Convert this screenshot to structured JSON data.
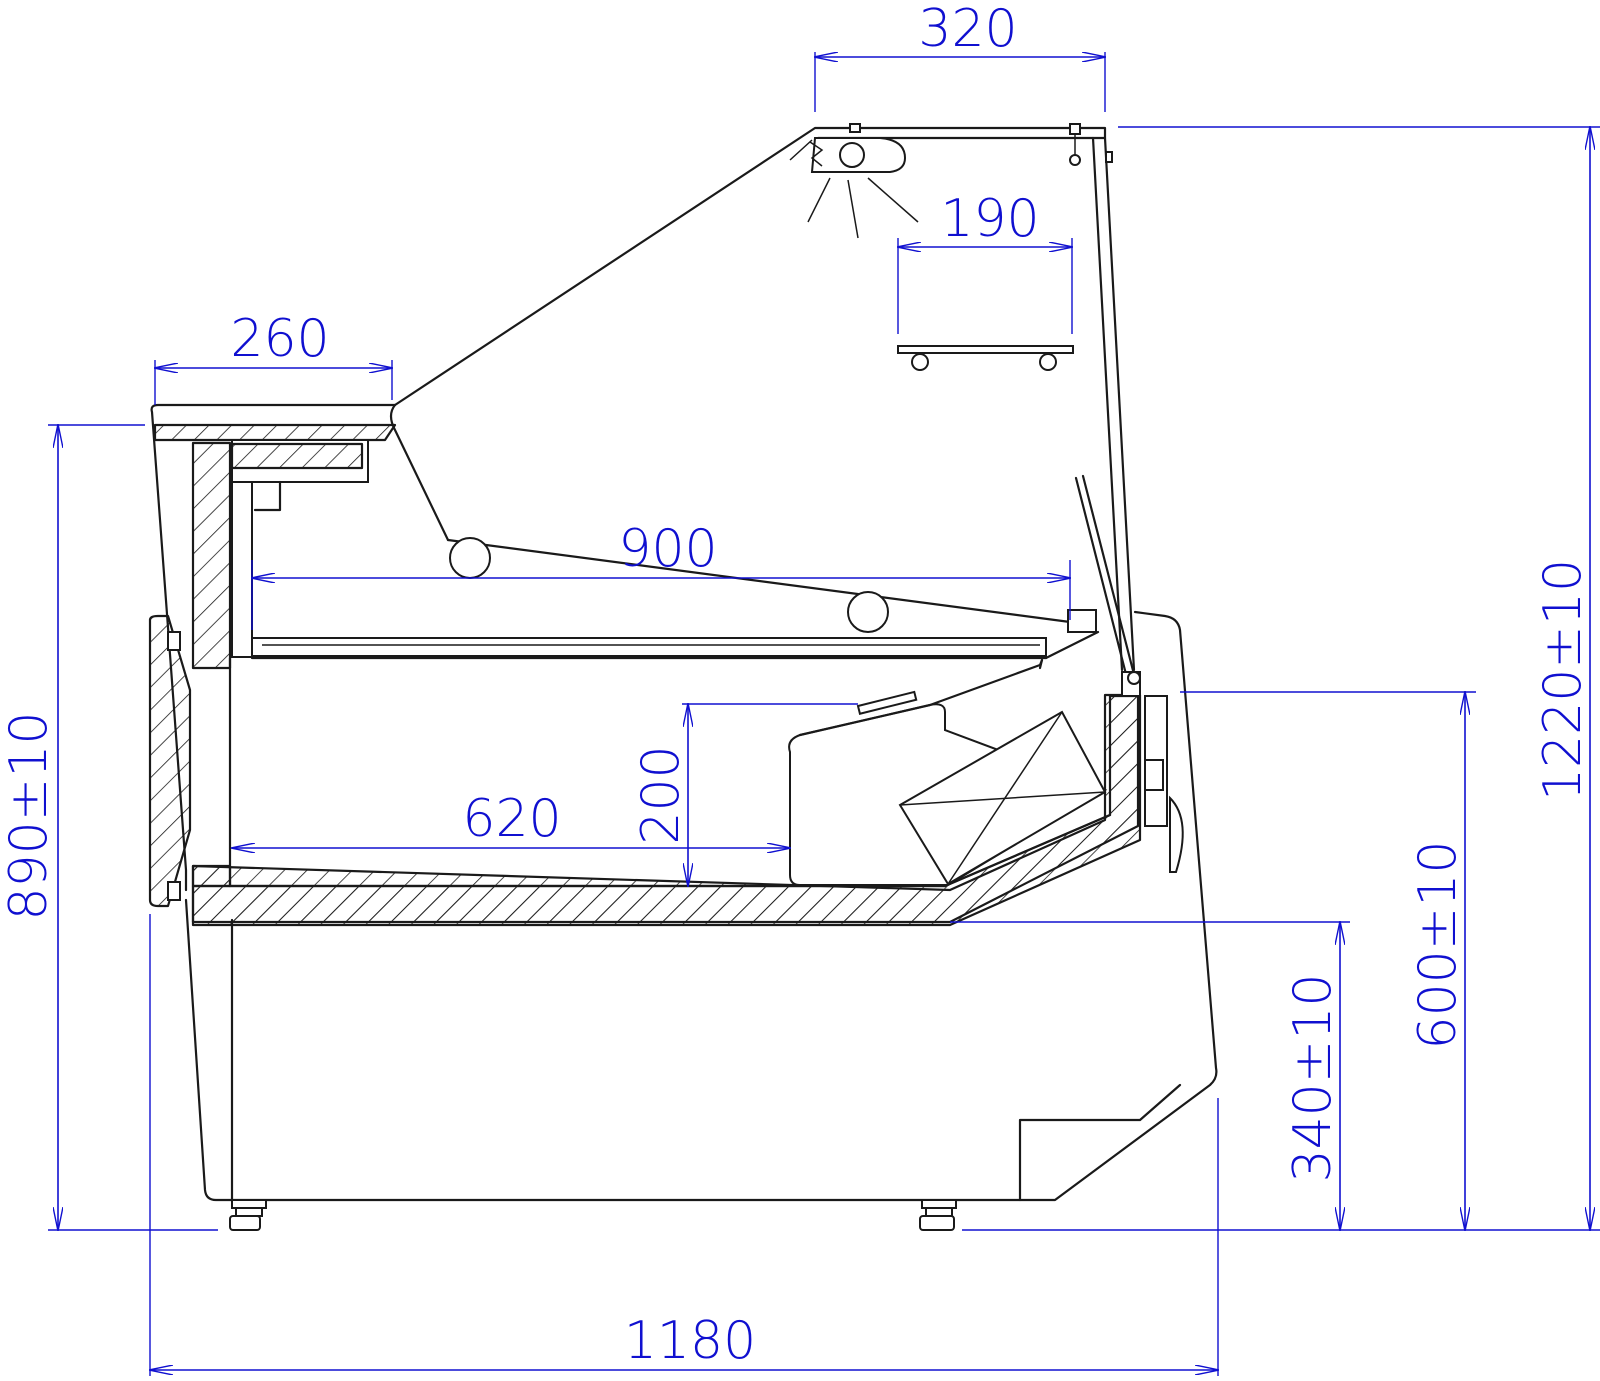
{
  "colors": {
    "dimension": "#1010d0",
    "outline": "#1a1a1a",
    "background": "#ffffff"
  },
  "dimensions": {
    "top_width": "320",
    "lamp_shelf_depth": "190",
    "work_top_depth": "260",
    "display_depth": "900",
    "storage_depth": "620",
    "storage_height": "200",
    "overall_height": "1220±10",
    "counter_height": "890±10",
    "rear_bench_height": "600±10",
    "base_height": "340±10",
    "overall_depth": "1180"
  }
}
